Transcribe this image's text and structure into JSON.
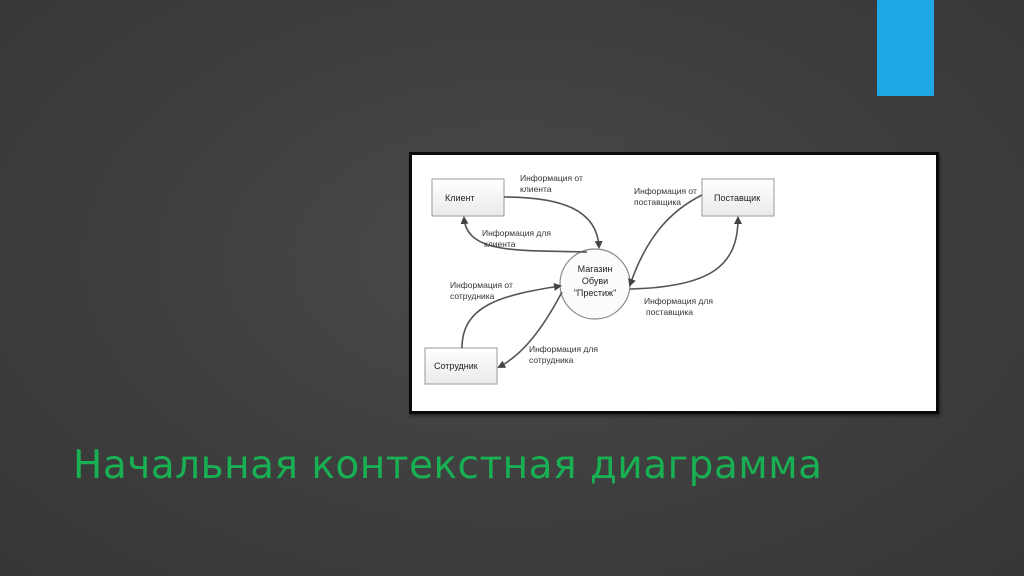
{
  "slide": {
    "title": "Начальная контекстная диаграмма",
    "accent_color": "#1fa8e4",
    "title_color": "#18b052",
    "background_color": "#3e3e3e"
  },
  "diagram": {
    "type": "context-diagram",
    "process": {
      "line1": "Магазин",
      "line2": "Обуви",
      "line3": "\"Престиж\""
    },
    "entities": {
      "client": "Клиент",
      "supplier": "Поставщик",
      "employee": "Сотрудник"
    },
    "flows": {
      "from_client": {
        "line1": "Информация от",
        "line2": "клиента"
      },
      "to_client": {
        "line1": "Информация для",
        "line2": "клиента"
      },
      "from_supplier": {
        "line1": "Информация от",
        "line2": "поставщика"
      },
      "to_supplier": {
        "line1": "Информация для",
        "line2": "поставщика"
      },
      "from_employee": {
        "line1": "Информация от",
        "line2": "сотрудника"
      },
      "to_employee": {
        "line1": "Информация для",
        "line2": "сотрудника"
      }
    }
  }
}
